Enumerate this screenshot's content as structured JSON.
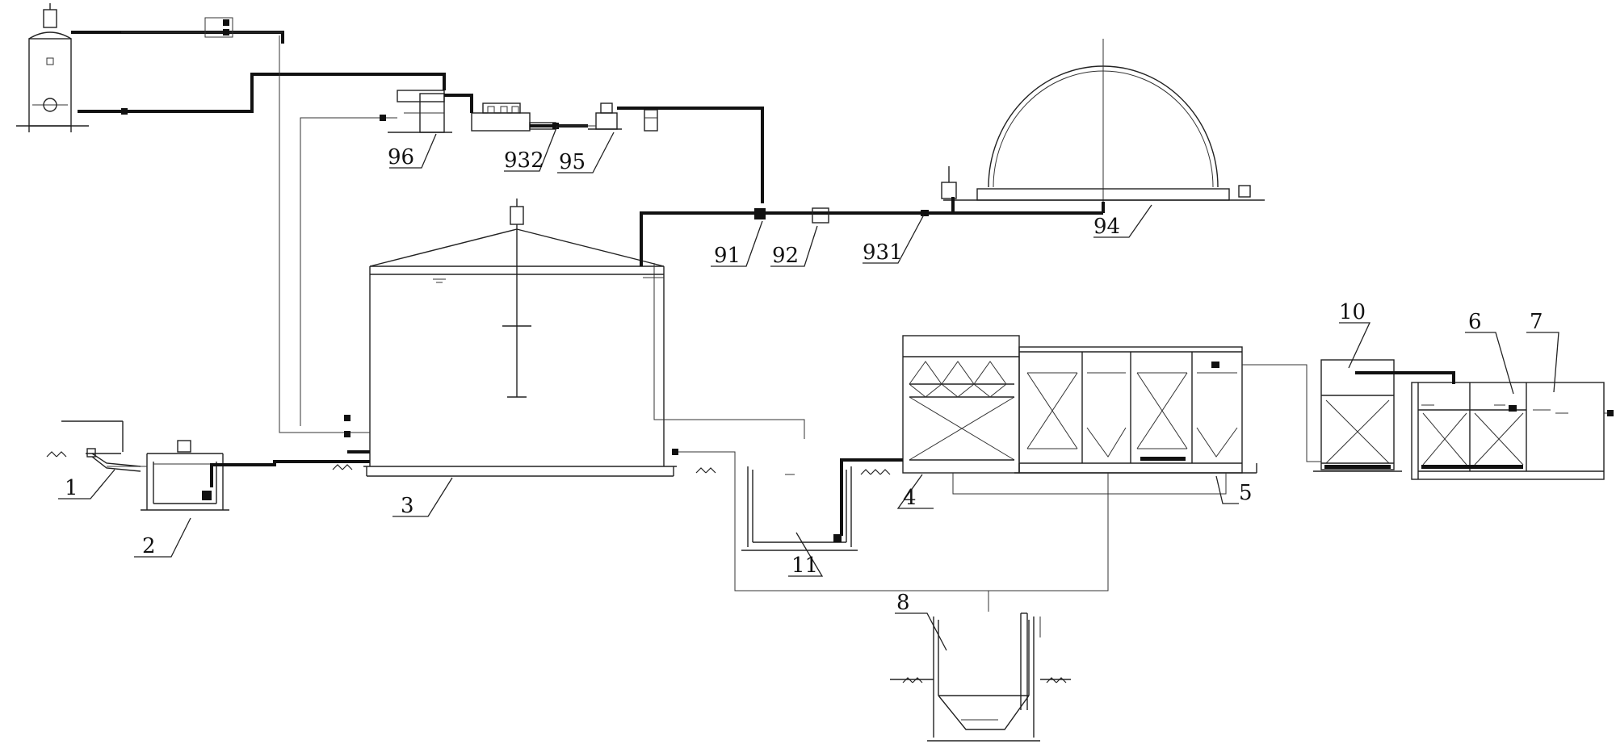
{
  "labels": {
    "l1": "1",
    "l2": "2",
    "l3": "3",
    "l4": "4",
    "l5": "5",
    "l6": "6",
    "l7": "7",
    "l8": "8",
    "l10": "10",
    "l11": "11",
    "l91": "91",
    "l92": "92",
    "l94": "94",
    "l95": "95",
    "l96": "96",
    "l931": "931",
    "l932": "932"
  }
}
